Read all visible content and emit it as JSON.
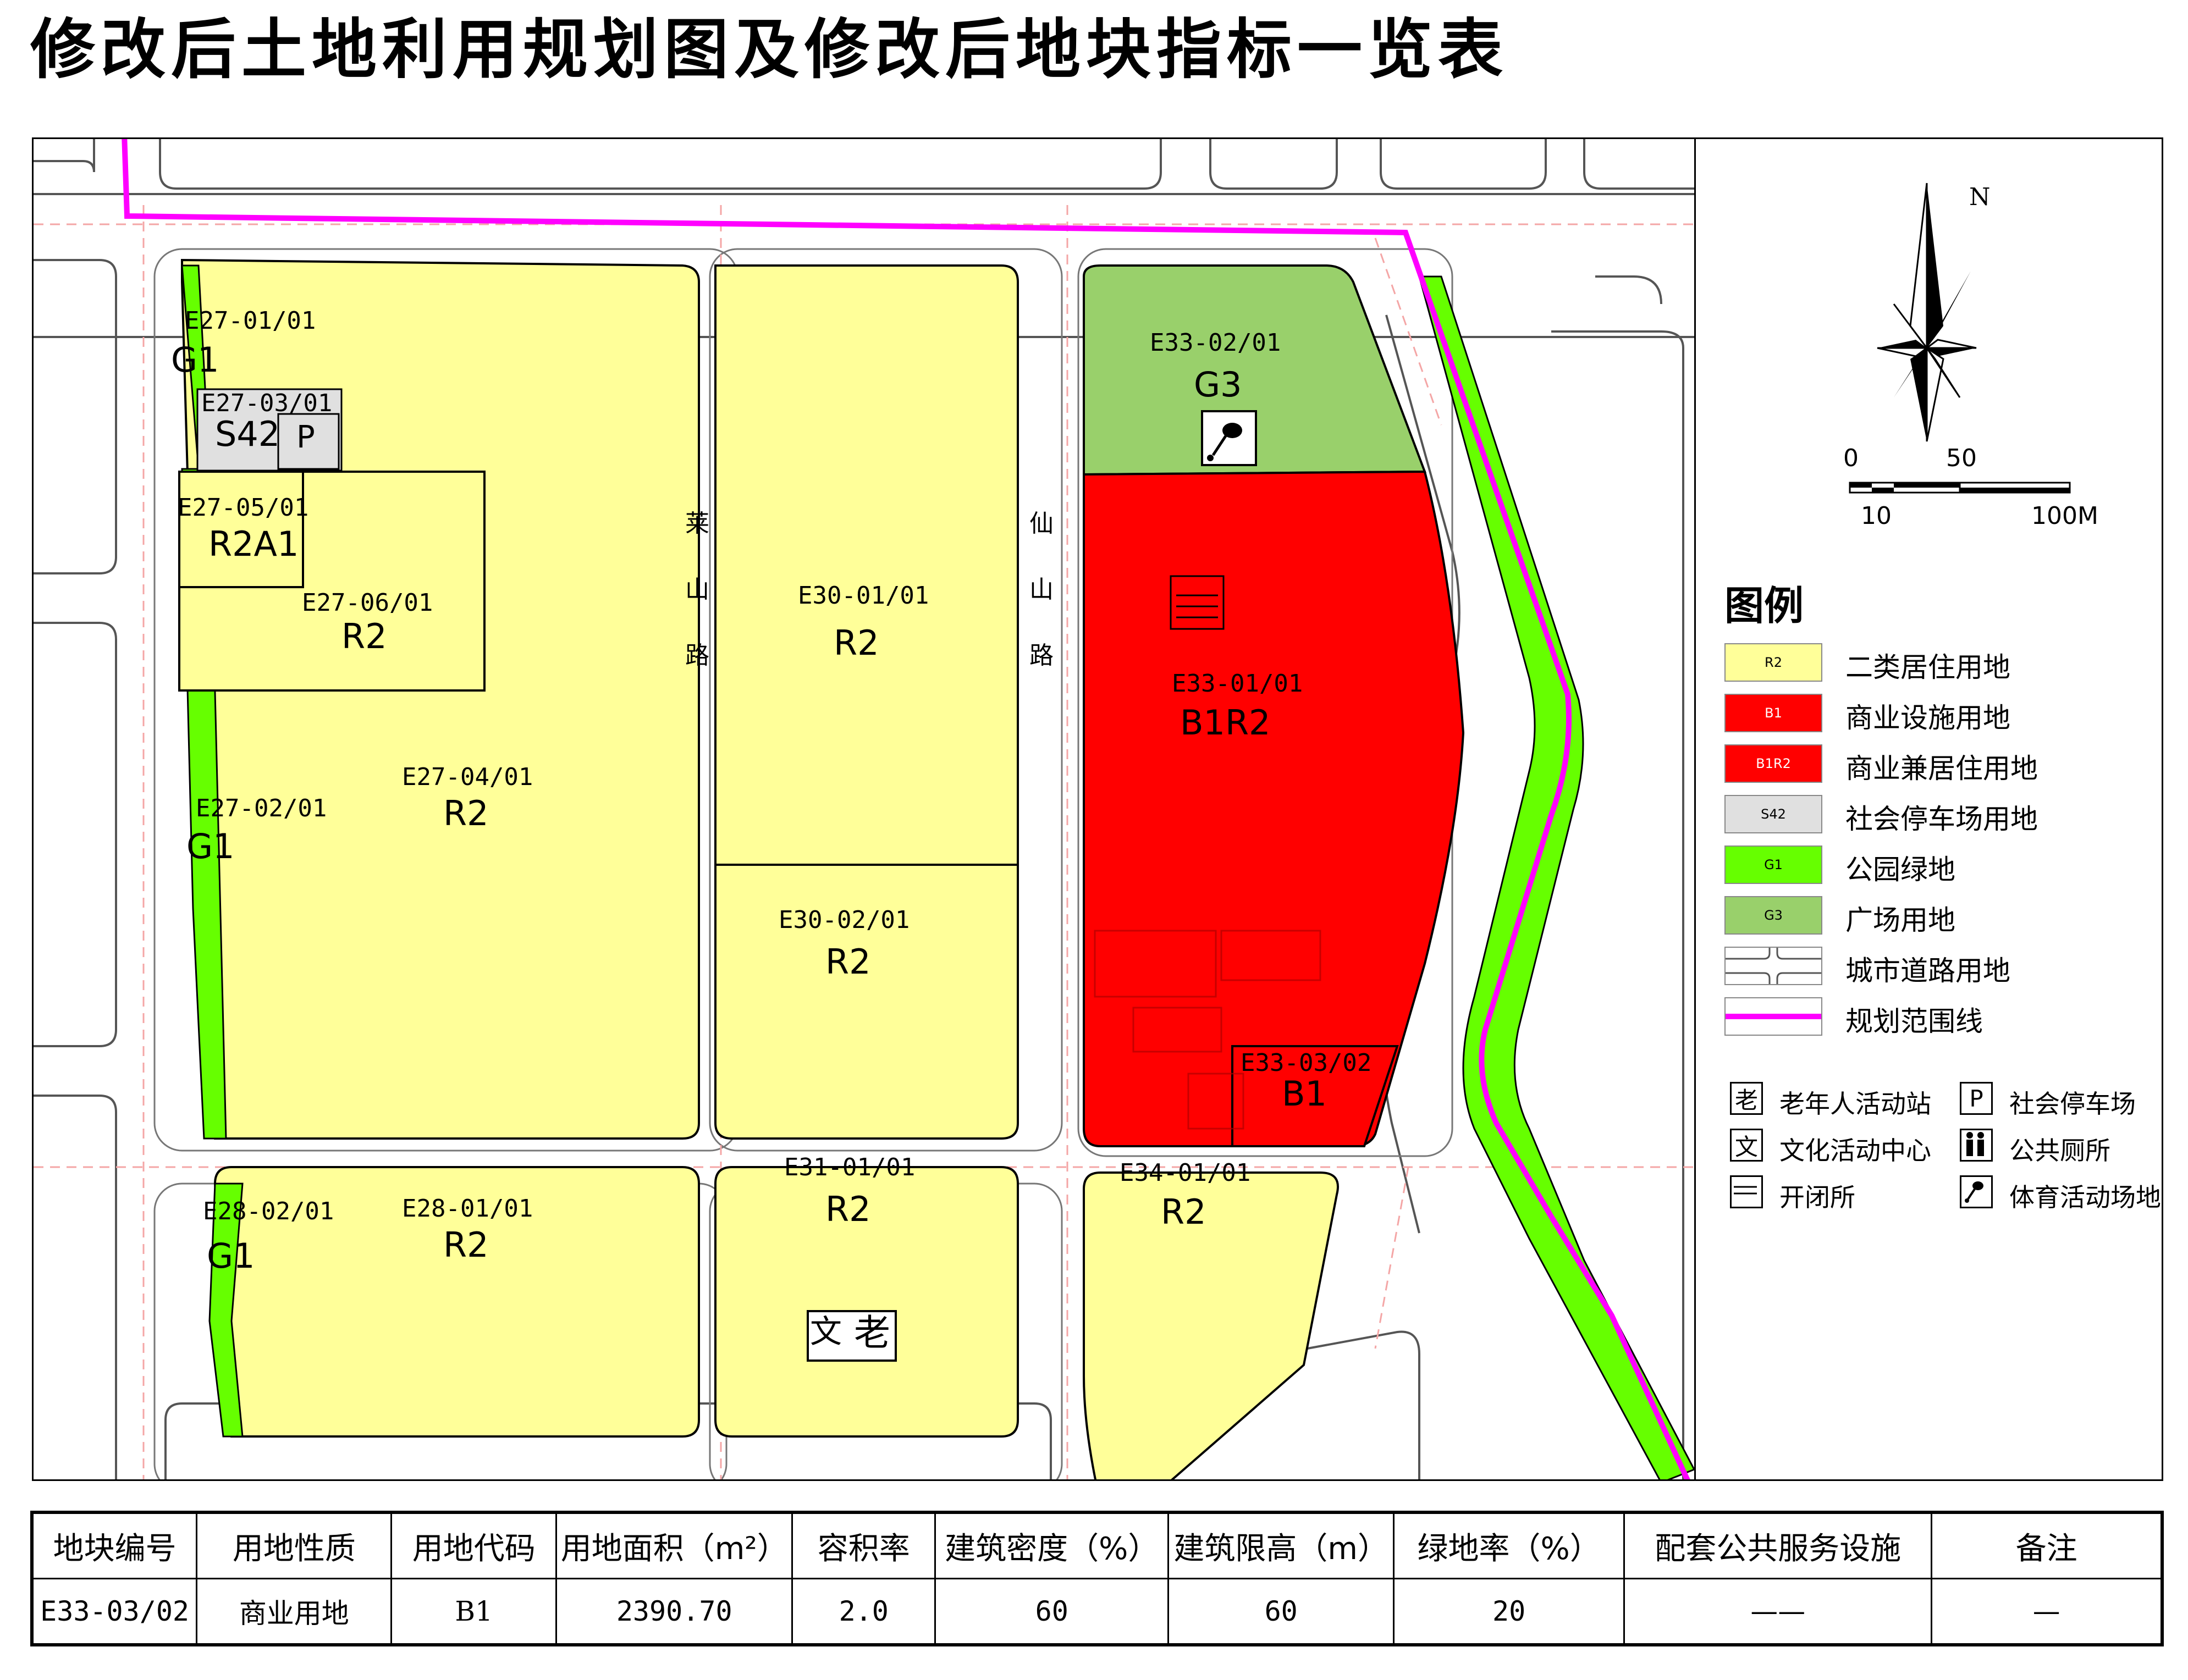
{
  "title": "修改后土地利用规划图及修改后地块指标一览表",
  "parcels": [
    {
      "id": "E27-01/01",
      "code": "G1"
    },
    {
      "id": "E27-03/01",
      "code": "S42",
      "facility": "P"
    },
    {
      "id": "E27-05/01",
      "code": "R2A1"
    },
    {
      "id": "E27-06/01",
      "code": "R2"
    },
    {
      "id": "E27-04/01",
      "code": "R2"
    },
    {
      "id": "E27-02/01",
      "code": "G1"
    },
    {
      "id": "E30-01/01",
      "code": "R2"
    },
    {
      "id": "E30-02/01",
      "code": "R2"
    },
    {
      "id": "E33-02/01",
      "code": "G3"
    },
    {
      "id": "E33-01/01",
      "code": "B1R2"
    },
    {
      "id": "E33-03/02",
      "code": "B1"
    },
    {
      "id": "E28-02/01",
      "code": "G1"
    },
    {
      "id": "E28-01/01",
      "code": "R2"
    },
    {
      "id": "E31-01/01",
      "code": "R2",
      "facilities": [
        "文",
        "老"
      ]
    },
    {
      "id": "E34-01/01",
      "code": "R2"
    }
  ],
  "roads": [
    {
      "name": [
        "莱",
        "山",
        "路"
      ]
    },
    {
      "name": [
        "仙",
        "山",
        "路"
      ]
    }
  ],
  "north": "N",
  "scale": {
    "top_left": "0",
    "top_mid": "50",
    "bottom_left": "10",
    "bottom_right": "100M"
  },
  "legend": {
    "title": "图例",
    "items": [
      {
        "swatch_text": "R2",
        "label": "二类居住用地",
        "color": "#FFFF99"
      },
      {
        "swatch_text": "B1",
        "label": "商业设施用地",
        "color": "#FF0000"
      },
      {
        "swatch_text": "B1R2",
        "label": "商业兼居住用地",
        "color": "#FF0000"
      },
      {
        "swatch_text": "S42",
        "label": "社会停车场用地",
        "color": "#E0E0E0"
      },
      {
        "swatch_text": "G1",
        "label": "公园绿地",
        "color": "#66FF00"
      },
      {
        "swatch_text": "G3",
        "label": "广场用地",
        "color": "#99D06B"
      },
      {
        "swatch_text": "",
        "label": "城市道路用地",
        "color": "#FFFFFF"
      },
      {
        "swatch_text": "",
        "label": "规划范围线",
        "color": "#FF00FF"
      }
    ],
    "facilities": [
      {
        "icon": "老",
        "label": "老年人活动站"
      },
      {
        "icon": "P",
        "label": "社会停车场"
      },
      {
        "icon": "文",
        "label": "文化活动中心"
      },
      {
        "icon": "",
        "label": "公共厕所"
      },
      {
        "icon": "",
        "label": "开闭所"
      },
      {
        "icon": "",
        "label": "体育活动场地"
      }
    ]
  },
  "table": {
    "headers": [
      "地块编号",
      "用地性质",
      "用地代码",
      "用地面积（m²）",
      "容积率",
      "建筑密度（%）",
      "建筑限高（m）",
      "绿地率（%）",
      "配套公共服务设施",
      "备注"
    ],
    "rows": [
      [
        "E33-03/02",
        "商业用地",
        "B1",
        "2390.70",
        "2.0",
        "60",
        "60",
        "20",
        "——",
        "—"
      ]
    ]
  }
}
